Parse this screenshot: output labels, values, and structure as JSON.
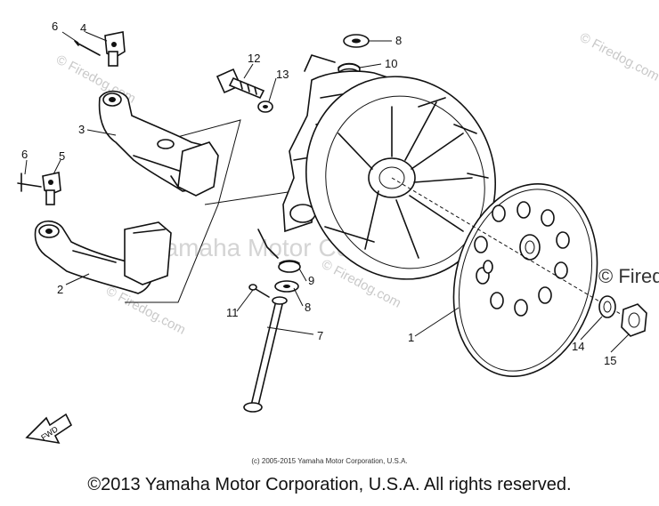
{
  "diagram": {
    "callouts": [
      {
        "id": "c1",
        "label": "1"
      },
      {
        "id": "c2",
        "label": "2"
      },
      {
        "id": "c3",
        "label": "3"
      },
      {
        "id": "c4",
        "label": "4"
      },
      {
        "id": "c5",
        "label": "5"
      },
      {
        "id": "c6a",
        "label": "6"
      },
      {
        "id": "c6b",
        "label": "6"
      },
      {
        "id": "c7",
        "label": "7"
      },
      {
        "id": "c8a",
        "label": "8"
      },
      {
        "id": "c8b",
        "label": "8"
      },
      {
        "id": "c9",
        "label": "9"
      },
      {
        "id": "c10",
        "label": "10"
      },
      {
        "id": "c11",
        "label": "11"
      },
      {
        "id": "c12",
        "label": "12"
      },
      {
        "id": "c13",
        "label": "13"
      },
      {
        "id": "c14",
        "label": "14"
      },
      {
        "id": "c15",
        "label": "15"
      }
    ],
    "fwd_label": "FWD",
    "watermarks": {
      "firedog_1": "© Firedog.com",
      "firedog_2": "© Firedog.com",
      "firedog_3": "© Firedog.com",
      "firedog_4": "© Firedog.com",
      "firedog_right": "© Firedo",
      "yamaha": "Yamaha Motor Corp, U.S.A."
    }
  },
  "footer": {
    "small_copyright": "(c) 2005-2015 Yamaha Motor Corporation, U.S.A.",
    "copyright": "©2013 Yamaha Motor Corporation, U.S.A. All rights reserved."
  }
}
